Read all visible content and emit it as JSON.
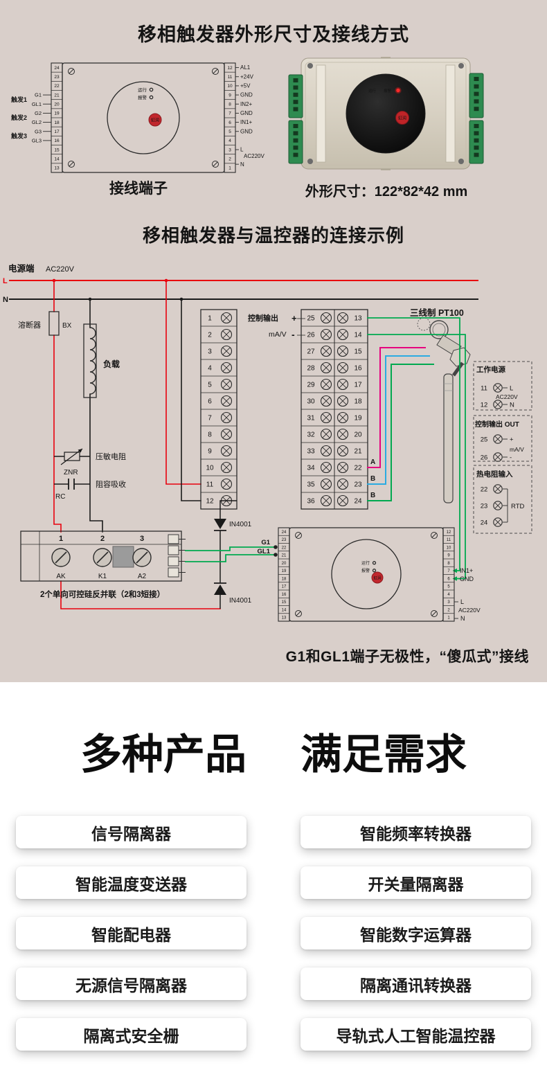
{
  "colors": {
    "top_bg": "#d9cfca",
    "accent_red": "#c1272d",
    "wire_red": "#e8000d",
    "wire_black": "#1a1a1a",
    "wire_green": "#00a94f",
    "wire_blue": "#2aabe2",
    "wire_magenta": "#e6007e",
    "connector_green": "#2e8b50"
  },
  "titles": {
    "dimensions": "移相触发器外形尺寸及接线方式",
    "wiring": "移相触发器与温控器的连接示例",
    "products_left": "多种产品",
    "products_right": "满足需求"
  },
  "captions": {
    "drawing": "接线端子",
    "photo": "外形尺寸：122*82*42 mm"
  },
  "device": {
    "logo": "虹润",
    "led_labels": [
      "运行",
      "报警"
    ],
    "left_terminal_numbers": [
      "24",
      "23",
      "22",
      "21",
      "20",
      "19",
      "18",
      "17",
      "16",
      "15",
      "14",
      "13"
    ],
    "right_terminal_numbers": [
      "12",
      "11",
      "10",
      "9",
      "8",
      "7",
      "6",
      "5",
      "4",
      "3",
      "2",
      "1"
    ],
    "trigger_groups": [
      {
        "label": "触发1",
        "a": "G1",
        "b": "GL1"
      },
      {
        "label": "触发2",
        "a": "G2",
        "b": "GL2"
      },
      {
        "label": "触发3",
        "a": "G3",
        "b": "GL3"
      }
    ],
    "right_labels": [
      "AL1",
      "+24V",
      "+5V",
      "GND",
      "IN2+",
      "GND",
      "IN1+",
      "GND",
      "L",
      "AC220V",
      "N"
    ]
  },
  "wiring": {
    "footer": "G1和GL1端子无极性，“傻瓜式”接线",
    "power_label": "电源端",
    "power_voltage": "AC220V",
    "live": "L",
    "neutral": "N",
    "fuse_label": "溶断器",
    "fuse_code": "BX",
    "load_label": "负载",
    "varistor_label": "压敏电阻",
    "varistor_code": "ZNR",
    "rc_label": "阻容吸收",
    "rc_code": "RC",
    "ctrl_out_label": "控制输出",
    "plus": "+",
    "minus": "-",
    "ma_v": "mA/V",
    "pt100_label": "三线制 PT100",
    "block1_numbers": [
      "1",
      "2",
      "3",
      "4",
      "5",
      "6",
      "7",
      "8",
      "9",
      "10",
      "11",
      "12"
    ],
    "block2_left_numbers": [
      "25",
      "26",
      "27",
      "28",
      "29",
      "30",
      "31",
      "32",
      "33",
      "34",
      "35",
      "36"
    ],
    "block2_right_numbers": [
      "13",
      "14",
      "15",
      "16",
      "17",
      "18",
      "19",
      "20",
      "21",
      "22",
      "23",
      "24"
    ],
    "sensor_wire_labels": [
      "A",
      "B",
      "B"
    ],
    "boxes": [
      {
        "title": "工作电源",
        "center_label": "AC220V",
        "rows": [
          {
            "num": "11",
            "label": "L"
          },
          {
            "num": "12",
            "label": "N"
          }
        ]
      },
      {
        "title": "控制输出 OUT",
        "center_label": "mA/V",
        "rows": [
          {
            "num": "25",
            "label": "+"
          },
          {
            "num": "26",
            "label": "-"
          }
        ]
      },
      {
        "title": "热电阻输入",
        "center_label": "RTD",
        "rows": [
          {
            "num": "22",
            "label": ""
          },
          {
            "num": "23",
            "label": ""
          },
          {
            "num": "24",
            "label": ""
          }
        ]
      }
    ],
    "diode_label": "IN4001",
    "scr": {
      "terminals": [
        "1",
        "2",
        "3"
      ],
      "names": [
        "AK",
        "K1",
        "A2"
      ],
      "note": "2个单向可控硅反并联（2和3短接）"
    },
    "gate_labels": [
      "G1",
      "GL1"
    ],
    "trigger_right_labels": [
      "IN1+",
      "GND",
      "L",
      "AC220V",
      "N"
    ]
  },
  "products": {
    "left": [
      "信号隔离器",
      "智能温度变送器",
      "智能配电器",
      "无源信号隔离器",
      "隔离式安全栅"
    ],
    "right": [
      "智能频率转换器",
      "开关量隔离器",
      "智能数字运算器",
      "隔离通讯转换器",
      "导轨式人工智能温控器"
    ]
  }
}
